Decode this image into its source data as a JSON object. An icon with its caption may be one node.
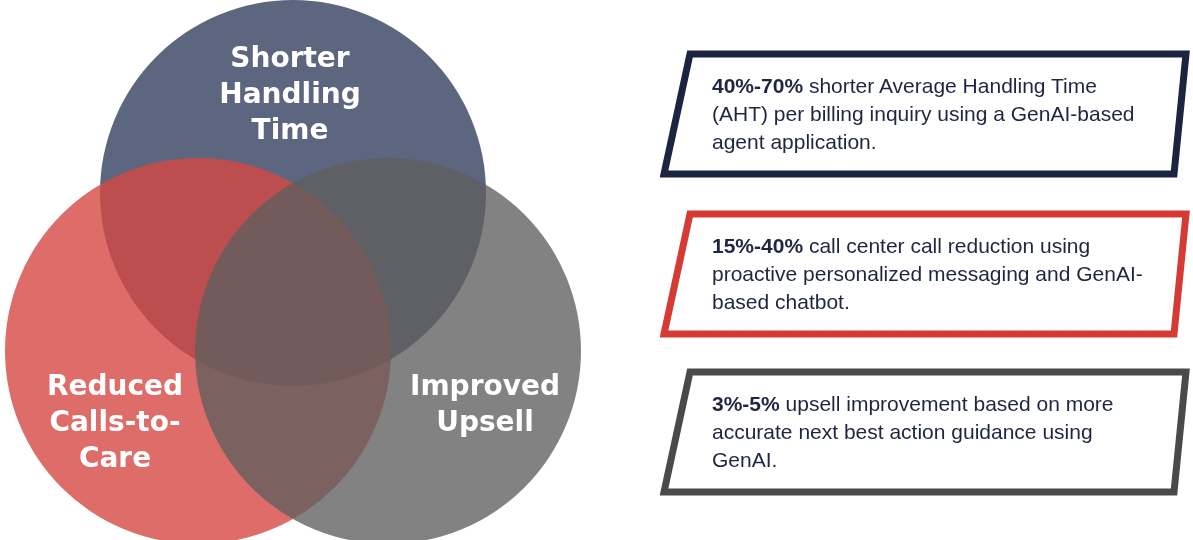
{
  "diagram": {
    "nodes": [
      {
        "text": [
          "Shorter Handling Time"
        ]
      },
      {
        "text": [
          "Reduced Calls-to-Care"
        ]
      },
      {
        "text": [
          "Improved Upsell"
        ]
      },
      {
        "text": [
          "**40%-70%** shorter Average Handling Time (AHT) per billing inquiry using a GenAI-based agent application."
        ]
      },
      {
        "text": [
          "**15%-40%** call center call reduction using proactive personalized messaging and GenAI-based chatbot."
        ]
      },
      {
        "text": [
          "**3%-5%** upsell improvement based on more accurate next best action guidance using GenAI."
        ]
      }
    ],
    "edges": []
  }
}
